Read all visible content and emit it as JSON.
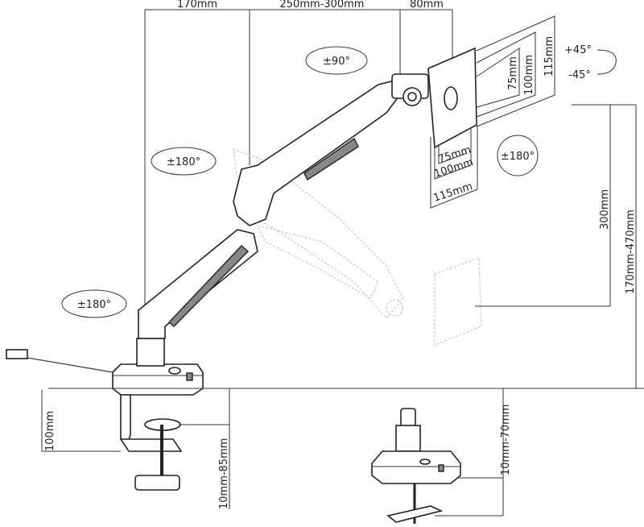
{
  "title": "Monitor arm dimension diagram",
  "dimensions": {
    "base_to_pole": "170mm",
    "arm_length": "250mm-300mm",
    "head_offset": "80mm",
    "vesa_115_v": "115mm",
    "vesa_100_v": "100mm",
    "vesa_75_v": "75mm",
    "vesa_75_h": "75mm",
    "vesa_100_h": "100mm",
    "vesa_115_h": "115mm",
    "height_300": "300mm",
    "height_range": "170mm-470mm",
    "clamp_depth": "100mm",
    "clamp_range": "10mm-85mm",
    "grommet_range": "10mm-70mm"
  },
  "rotations": {
    "head_swivel": "±90°",
    "tilt_up": "+45°",
    "tilt_down": "-45°",
    "upper_arm": "±180°",
    "lower_arm": "±180°",
    "screen_rotate": "±180°"
  }
}
